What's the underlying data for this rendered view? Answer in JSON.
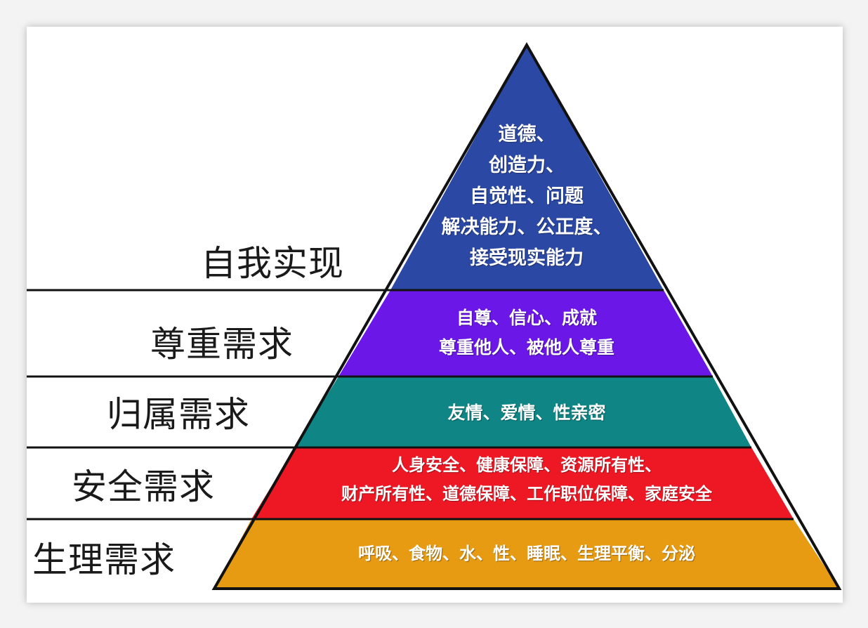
{
  "levels": [
    {
      "label": "自我实现",
      "color": "#2b48a4",
      "lines": [
        "道德、",
        "创造力、",
        "自觉性、问题",
        "解决能力、公正度、",
        "接受现实能力"
      ]
    },
    {
      "label": "尊重需求",
      "color": "#6a17e8",
      "lines": [
        "自尊、信心、成就",
        "尊重他人、被他人尊重"
      ]
    },
    {
      "label": "归属需求",
      "color": "#0f8585",
      "lines": [
        "友情、爱情、性亲密"
      ]
    },
    {
      "label": "安全需求",
      "color": "#ee1825",
      "lines": [
        "人身安全、健康保障、资源所有性、",
        "财产所有性、道德保障、工作职位保障、家庭安全"
      ]
    },
    {
      "label": "生理需求",
      "color": "#e79b13",
      "lines": [
        "呼吸、食物、水、性、睡眠、生理平衡、分泌"
      ]
    }
  ]
}
